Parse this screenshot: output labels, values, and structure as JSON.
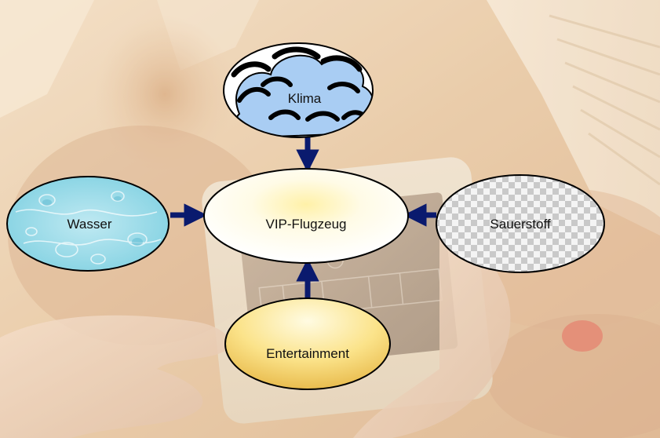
{
  "diagram": {
    "center": {
      "label": "VIP-Flugzeug"
    },
    "nodes": {
      "top": {
        "label": "Klima",
        "fill": "cloud-pattern"
      },
      "left": {
        "label": "Wasser",
        "fill": "water-droplet-texture"
      },
      "right": {
        "label": "Sauerstoff",
        "fill": "checkerboard-texture"
      },
      "bottom": {
        "label": "Entertainment",
        "fill": "golden-gradient"
      }
    },
    "arrow_color": "#0a1a6e",
    "outline_color": "#000000"
  }
}
